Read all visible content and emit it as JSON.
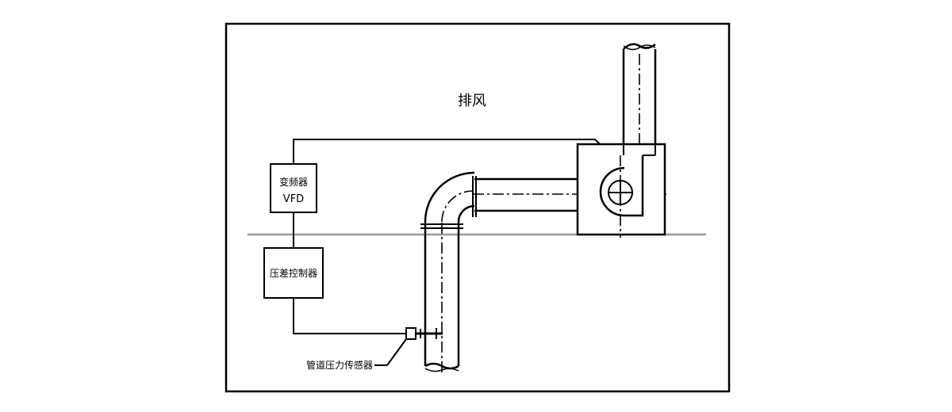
{
  "labels": {
    "exhaust": "排风",
    "vfd_cn": "变频器",
    "vfd_en": "VFD",
    "dp_controller": "压差控制器",
    "pipe_sensor": "管道压力传感器"
  }
}
